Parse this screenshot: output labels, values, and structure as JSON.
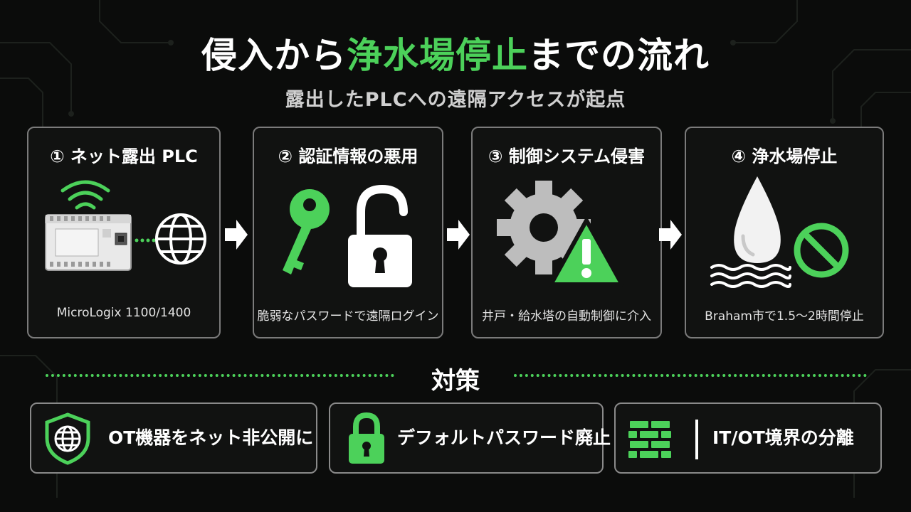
{
  "header": {
    "title_part1": "侵入から",
    "title_highlight": "浄水場停止",
    "title_part2": "までの流れ",
    "subtitle": "露出したPLCへの遠隔アクセスが起点"
  },
  "colors": {
    "accent": "#4cd15a",
    "background": "#0b0c0b",
    "border": "#7b7b7b"
  },
  "steps": [
    {
      "title": "① ネット露出 PLC",
      "caption": "MicroLogix 1100/1400",
      "icons": [
        "wifi-icon",
        "plc-device-icon",
        "globe-icon"
      ]
    },
    {
      "title": "② 認証情報の悪用",
      "caption": "脆弱なパスワードで遠隔ログイン",
      "icons": [
        "key-icon",
        "unlocked-padlock-icon"
      ]
    },
    {
      "title": "③ 制御システム侵害",
      "caption": "井戸・給水塔の自動制御に介入",
      "icons": [
        "gear-icon",
        "warning-icon"
      ]
    },
    {
      "title": "④ 浄水場停止",
      "caption": "Braham市で1.5～2時間停止",
      "icons": [
        "water-drop-icon",
        "waves-icon",
        "prohibited-icon"
      ]
    }
  ],
  "measures": {
    "title": "対策",
    "items": [
      {
        "label": "OT機器をネット非公開に",
        "icon": "shield-globe-icon"
      },
      {
        "label": "デフォルトパスワード廃止",
        "icon": "padlock-icon"
      },
      {
        "label": "IT/OT境界の分離",
        "icon": "firewall-icon"
      }
    ]
  }
}
